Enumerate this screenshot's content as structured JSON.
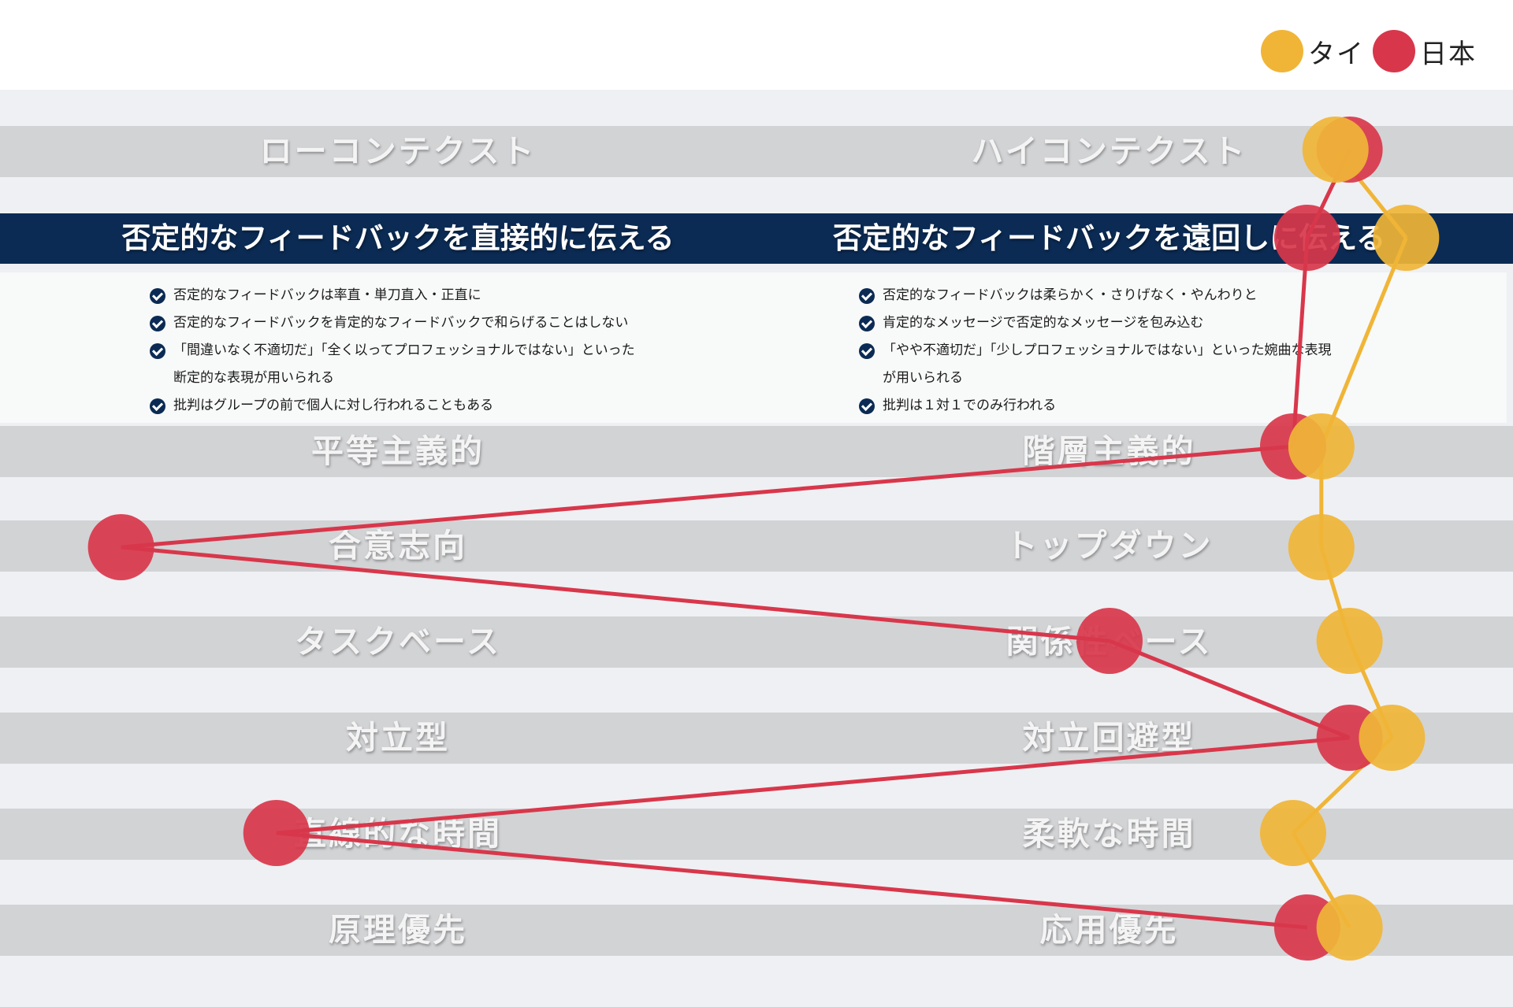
{
  "legend": {
    "series": [
      {
        "name": "タイ",
        "color": "#f0b537"
      },
      {
        "name": "日本",
        "color": "#d8374b"
      }
    ]
  },
  "rows": [
    {
      "left": "ローコンテクスト",
      "right": "ハイコンテクスト"
    },
    {
      "left": "否定的なフィードバックを直接的に伝える",
      "right": "否定的なフィードバックを遠回しに伝える",
      "highlighted": true
    },
    {
      "left": "平等主義的",
      "right": "階層主義的"
    },
    {
      "left": "合意志向",
      "right": "トップダウン"
    },
    {
      "left": "タスクベース",
      "right": "関係性ベース"
    },
    {
      "left": "対立型",
      "right": "対立回避型"
    },
    {
      "left": "直線的な時間",
      "right": "柔軟な時間"
    },
    {
      "left": "原理優先",
      "right": "応用優先"
    }
  ],
  "detail": {
    "left": [
      "否定的なフィードバックは率直・単刀直入・正直に",
      "否定的なフィードバックを肯定的なフィードバックで和らげることはしない",
      "「間違いなく不適切だ」「全く以ってプロフェッショナルではない」といった",
      "断定的な表現が用いられる",
      "批判はグループの前で個人に対し行われることもある"
    ],
    "right": [
      "否定的なフィードバックは柔らかく・さりげなく・やんわりと",
      "肯定的なメッセージで否定的なメッセージを包み込む",
      "「やや不適切だ」「少しプロフェッショナルではない」といった婉曲な表現",
      "が用いられる",
      "批判は１対１でのみ行われる"
    ]
  },
  "chart_data": {
    "type": "scatter",
    "scale": "left label (0) to right label (100)",
    "categories": [
      "ローコンテクスト / ハイコンテクスト",
      "否定的なフィードバックを直接的に伝える / 否定的なフィードバックを遠回しに伝える",
      "平等主義的 / 階層主義的",
      "合意志向 / トップダウン",
      "タスクベース / 関係性ベース",
      "対立型 / 対立回避型",
      "直線的な時間 / 柔軟な時間",
      "原理優先 / 応用優先"
    ],
    "series": [
      {
        "name": "タイ",
        "color": "#f0b537",
        "values": [
          91,
          96,
          90,
          90,
          92,
          95,
          88,
          92
        ]
      },
      {
        "name": "日本",
        "color": "#d8374b",
        "values": [
          92,
          89,
          88,
          5,
          75,
          92,
          16,
          89
        ]
      }
    ]
  }
}
